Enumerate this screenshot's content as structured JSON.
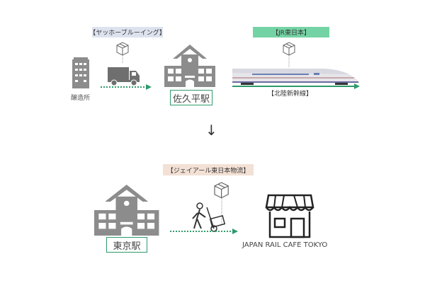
{
  "top": {
    "label_brewery_company": "【ヤッホーブルーイング】",
    "label_railway": "【JR東日本】",
    "factory_label": "醸造所",
    "station_label": "佐久平駅",
    "line_label": "【北陸新幹線】"
  },
  "down_arrow": "↓",
  "bottom": {
    "label_logistics": "【ジェイアール東日本物流】",
    "station_label": "東京駅",
    "cafe_label": "JAPAN RAIL CAFE TOKYO"
  },
  "colors": {
    "green": "#2e9a6b",
    "gray_icon": "#8c8c8c",
    "label_blue": "#dde3ee",
    "label_green": "#74d3a4",
    "label_peach": "#f3e1d5"
  }
}
